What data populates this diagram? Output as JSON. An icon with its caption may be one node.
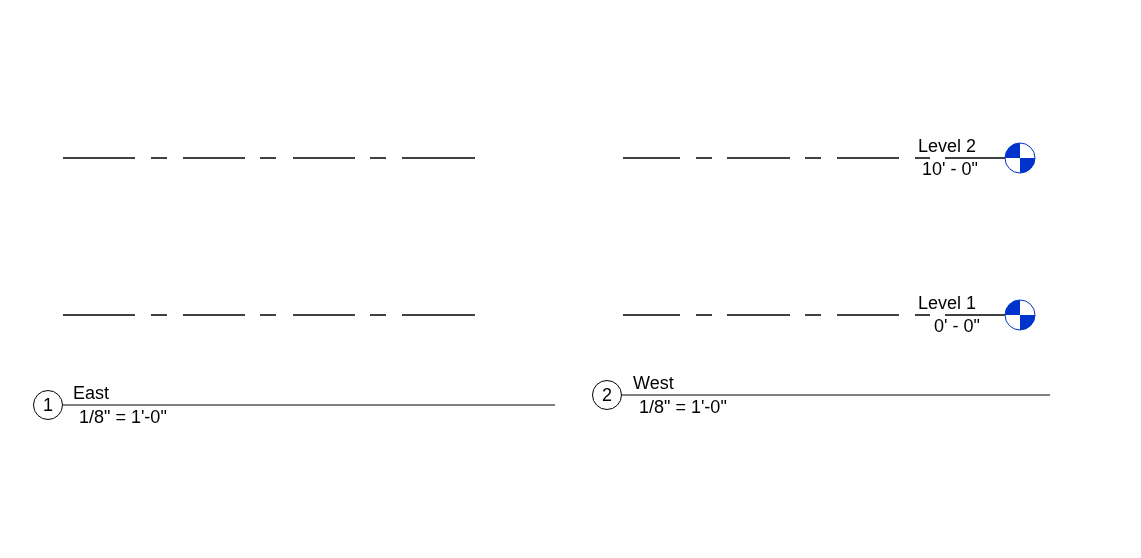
{
  "diagram": {
    "nodes": [
      {
        "text": [],
        "shape": "circle",
        "beside": [
          "Level 2",
          "10' - 0\""
        ]
      },
      {
        "text": [],
        "shape": "circle",
        "beside": [
          "Level 1",
          "0' - 0\""
        ]
      },
      {
        "text": [
          "1"
        ],
        "beside": [
          "East",
          "1/8\" = 1'-0\""
        ]
      },
      {
        "text": [
          "2"
        ],
        "beside": [
          "West",
          "1/8\" = 1'-0\""
        ]
      }
    ]
  }
}
